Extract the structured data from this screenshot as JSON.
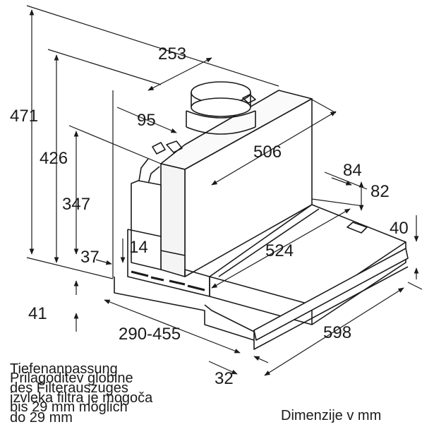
{
  "dimensions": {
    "height_total": "471",
    "height_426": "426",
    "height_347": "347",
    "depth_253": "253",
    "offset_95": "95",
    "width_506": "506",
    "dim_84": "84",
    "dim_82": "82",
    "dim_40": "40",
    "dim_14": "14",
    "dim_37": "37",
    "length_524": "524",
    "dim_41": "41",
    "extension_range": "290-455",
    "width_598": "598",
    "dim_32": "32"
  },
  "notes": {
    "de_line1": "Tiefenanpassung",
    "de_line2": "des Filterauszuges",
    "de_line3": "bis 29 mm möglich",
    "sl_line1": "Prilagoditev globine",
    "sl_line2": "izvleka filtra je mogoča",
    "sl_line3": "do 29 mm"
  },
  "units_label": "Dimenzije v mm"
}
